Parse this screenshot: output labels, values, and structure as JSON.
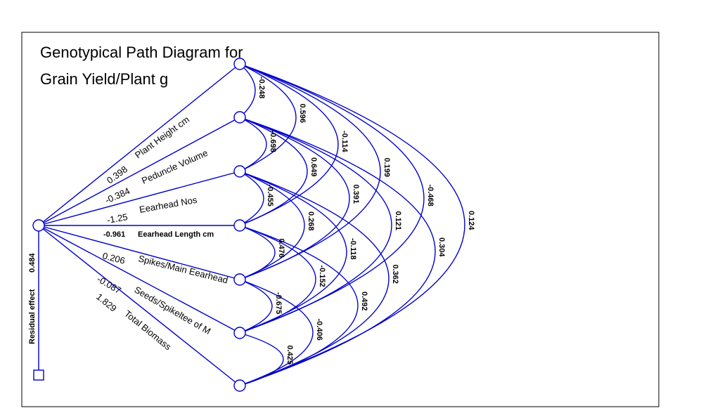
{
  "diagram": {
    "title_line1": "Genotypical Path Diagram for",
    "title_line2": "Grain Yield/Plant g",
    "residual": {
      "label": "Residual effect",
      "value": "0.484"
    },
    "traits": [
      {
        "name": "Plant Height cm",
        "direct": "0.398"
      },
      {
        "name": "Peduncle Volume",
        "direct": "-0.384"
      },
      {
        "name": "Eearhead Nos",
        "direct": "-1.25"
      },
      {
        "name": "Eearhead Length cm",
        "direct": "-0.961"
      },
      {
        "name": "Spikes/Main Eearhead",
        "direct": "0.206"
      },
      {
        "name": "Seeds/Spikeltee of M",
        "direct": "-0.087"
      },
      {
        "name": "Total Biomass",
        "direct": "1.829"
      }
    ],
    "correlations": [
      {
        "pair": [
          1,
          2
        ],
        "value": "-0.248"
      },
      {
        "pair": [
          2,
          3
        ],
        "value": "-0.698"
      },
      {
        "pair": [
          3,
          4
        ],
        "value": "-0.455"
      },
      {
        "pair": [
          4,
          5
        ],
        "value": "0.476"
      },
      {
        "pair": [
          5,
          6
        ],
        "value": "-0.675"
      },
      {
        "pair": [
          6,
          7
        ],
        "value": "0.425"
      },
      {
        "pair": [
          1,
          3
        ],
        "value": "0.596"
      },
      {
        "pair": [
          2,
          4
        ],
        "value": "0.649"
      },
      {
        "pair": [
          3,
          5
        ],
        "value": "0.268"
      },
      {
        "pair": [
          4,
          6
        ],
        "value": "-0.152"
      },
      {
        "pair": [
          5,
          7
        ],
        "value": "-0.406"
      },
      {
        "pair": [
          1,
          4
        ],
        "value": "-0.114"
      },
      {
        "pair": [
          2,
          5
        ],
        "value": "0.391"
      },
      {
        "pair": [
          3,
          6
        ],
        "value": "-0.118"
      },
      {
        "pair": [
          4,
          7
        ],
        "value": "0.492"
      },
      {
        "pair": [
          1,
          5
        ],
        "value": "0.199"
      },
      {
        "pair": [
          2,
          6
        ],
        "value": "0.121"
      },
      {
        "pair": [
          3,
          7
        ],
        "value": "0.362"
      },
      {
        "pair": [
          1,
          6
        ],
        "value": "-0.468"
      },
      {
        "pair": [
          2,
          7
        ],
        "value": "0.304"
      },
      {
        "pair": [
          1,
          7
        ],
        "value": "0.124"
      }
    ]
  }
}
